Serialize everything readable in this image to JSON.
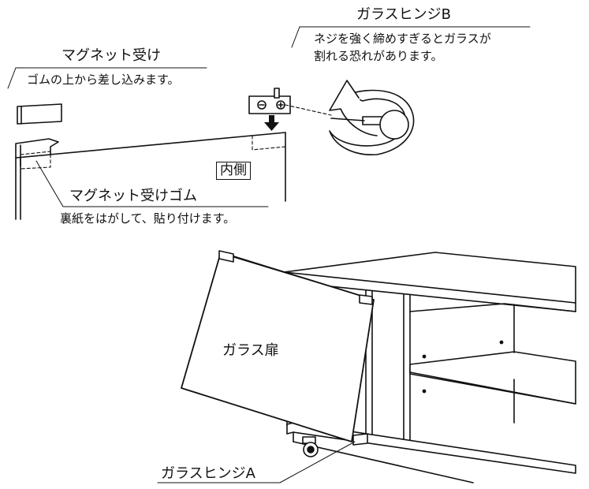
{
  "labels": {
    "magnet_receiver": "マグネット受け",
    "magnet_receiver_note": "ゴムの上から差し込みます。",
    "glass_hinge_b": "ガラスヒンジB",
    "glass_hinge_b_note_1": "ネジを強く締めすぎるとガラスが",
    "glass_hinge_b_note_2": "割れる恐れがあります。",
    "inner_side": "内側",
    "magnet_rubber": "マグネット受けゴム",
    "magnet_rubber_note": "裏紙をはがして、貼り付けます。",
    "glass_door": "ガラス扉",
    "glass_hinge_a": "ガラスヒンジA"
  }
}
